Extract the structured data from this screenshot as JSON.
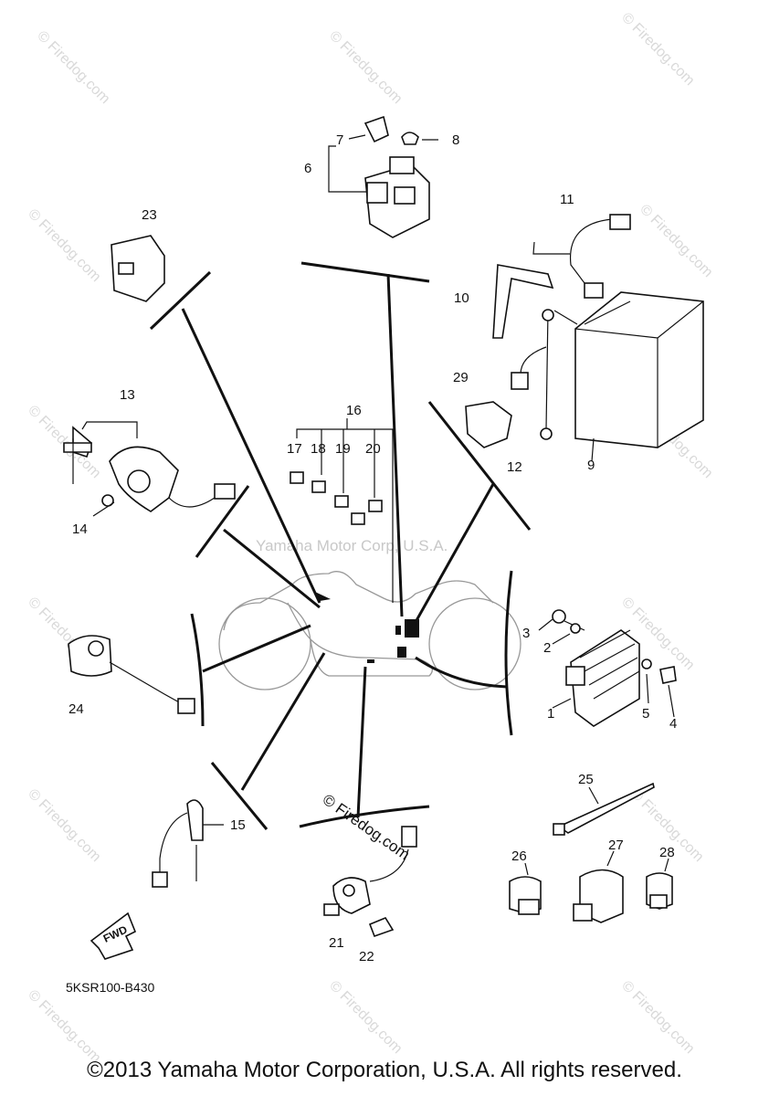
{
  "watermark": "© Firedog.com",
  "corp_watermark": "Yamaha Motor Corp, U.S.A.",
  "diagram_code": "5KSR100-B430",
  "fwd_label": "FWD",
  "copyright": "©2013 Yamaha Motor Corporation, U.S.A. All rights reserved.",
  "callouts": {
    "c1": "1",
    "c2": "2",
    "c3": "3",
    "c4": "4",
    "c5": "5",
    "c6": "6",
    "c7": "7",
    "c8": "8",
    "c9": "9",
    "c10": "10",
    "c11": "11",
    "c12": "12",
    "c13": "13",
    "c14": "14",
    "c15": "15",
    "c16": "16",
    "c17": "17",
    "c18": "18",
    "c19": "19",
    "c20": "20",
    "c21": "21",
    "c22": "22",
    "c23": "23",
    "c24": "24",
    "c25": "25",
    "c26": "26",
    "c27": "27",
    "c28": "28",
    "c29": "29"
  }
}
